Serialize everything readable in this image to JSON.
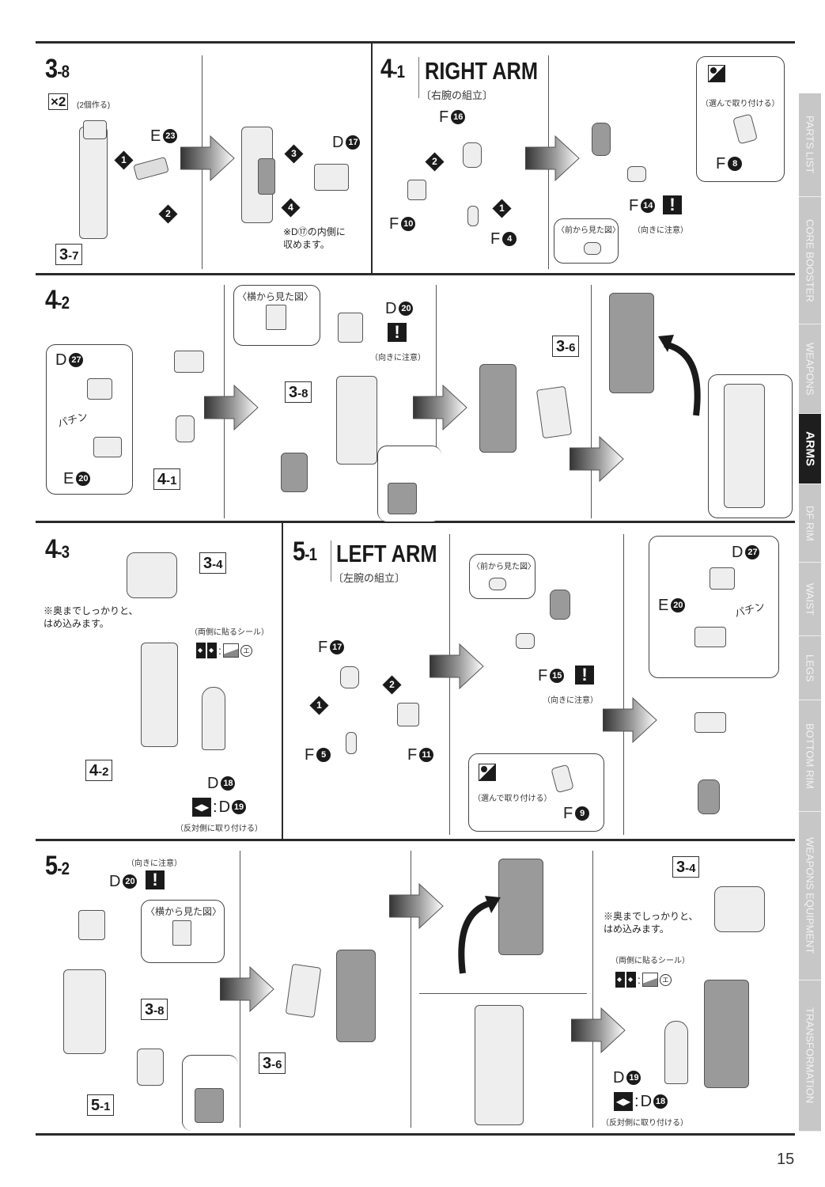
{
  "page_number": "15",
  "sidebar": {
    "tabs": [
      {
        "label": "PARTS LIST",
        "active": false
      },
      {
        "label": "CORE BOOSTER",
        "active": false
      },
      {
        "label": "WEAPONS",
        "active": false
      },
      {
        "label": "ARMS",
        "active": true
      },
      {
        "label": "DF RIM",
        "active": false
      },
      {
        "label": "WAIST",
        "active": false
      },
      {
        "label": "LEGS",
        "active": false
      },
      {
        "label": "BOTTOM RIM",
        "active": false
      },
      {
        "label": "WEAPONS EQUIPMENT",
        "active": false
      },
      {
        "label": "TRANSFORMATION",
        "active": false
      }
    ]
  },
  "step_3_8": {
    "major": "3",
    "minor": "-8",
    "multiplier": "×2",
    "multiplier_note": "(2個作る)",
    "ref_box": {
      "major": "3",
      "minor": "-7"
    },
    "part_e23": {
      "letter": "E",
      "num": "23"
    },
    "part_d17": {
      "letter": "D",
      "num": "17"
    },
    "order": [
      "1",
      "2",
      "3",
      "4"
    ],
    "note": "※D⑰の内側に\n収めます。"
  },
  "step_4_1": {
    "major": "4",
    "minor": "-1",
    "title": "RIGHT ARM",
    "subtitle": "〔右腕の組立〕",
    "parts": {
      "f16": {
        "letter": "F",
        "num": "16"
      },
      "f10": {
        "letter": "F",
        "num": "10"
      },
      "f4": {
        "letter": "F",
        "num": "4"
      },
      "f14": {
        "letter": "F",
        "num": "14"
      },
      "f8": {
        "letter": "F",
        "num": "8"
      }
    },
    "order": [
      "1",
      "2"
    ],
    "select_note": "（選んで取り付ける）",
    "caution_mark": "!",
    "caution_note": "（向きに注意）",
    "front_view_label": "〈前から見た図〉"
  },
  "step_4_2": {
    "major": "4",
    "minor": "-2",
    "parts": {
      "d27": {
        "letter": "D",
        "num": "27"
      },
      "e20": {
        "letter": "E",
        "num": "20"
      },
      "d20": {
        "letter": "D",
        "num": "20"
      }
    },
    "snap_sound": "パチン",
    "ref_4_1": {
      "major": "4",
      "minor": "-1"
    },
    "ref_3_8": {
      "major": "3",
      "minor": "-8"
    },
    "ref_3_6": {
      "major": "3",
      "minor": "-6"
    },
    "side_view_label": "〈横から見た図〉",
    "caution_mark": "!",
    "caution_note": "（向きに注意）"
  },
  "step_4_3": {
    "major": "4",
    "minor": "-3",
    "ref_3_4": {
      "major": "3",
      "minor": "-4"
    },
    "ref_4_2": {
      "major": "4",
      "minor": "-2"
    },
    "insert_note": "※奥までしっかりと、\nはめ込みます。",
    "sticker_note": "（両側に貼るシール）",
    "sticker_id": "エ",
    "part_d18": {
      "letter": "D",
      "num": "18"
    },
    "mirror_part": {
      "letter": "D",
      "num": "19"
    },
    "mirror_note": "（反対側に取り付ける）"
  },
  "step_5_1": {
    "major": "5",
    "minor": "-1",
    "title": "LEFT ARM",
    "subtitle": "〔左腕の組立〕",
    "parts": {
      "f17": {
        "letter": "F",
        "num": "17"
      },
      "f5": {
        "letter": "F",
        "num": "5"
      },
      "f11": {
        "letter": "F",
        "num": "11"
      },
      "f15": {
        "letter": "F",
        "num": "15"
      },
      "f9": {
        "letter": "F",
        "num": "9"
      },
      "d27": {
        "letter": "D",
        "num": "27"
      },
      "e20": {
        "letter": "E",
        "num": "20"
      }
    },
    "order": [
      "1",
      "2"
    ],
    "front_view_label": "〈前から見た図〉",
    "caution_mark": "!",
    "caution_note": "（向きに注意）",
    "select_note": "（選んで取り付ける）",
    "snap_sound": "パチン"
  },
  "step_5_2": {
    "major": "5",
    "minor": "-2",
    "caution_note": "（向きに注意）",
    "caution_mark": "!",
    "part_d20": {
      "letter": "D",
      "num": "20"
    },
    "side_view_label": "〈横から見た図〉",
    "ref_3_8": {
      "major": "3",
      "minor": "-8"
    },
    "ref_5_1": {
      "major": "5",
      "minor": "-1"
    },
    "ref_3_6": {
      "major": "3",
      "minor": "-6"
    },
    "ref_3_4": {
      "major": "3",
      "minor": "-4"
    },
    "insert_note": "※奥までしっかりと、\nはめ込みます。",
    "sticker_note": "（両側に貼るシール）",
    "sticker_id": "エ",
    "part_d19": {
      "letter": "D",
      "num": "19"
    },
    "mirror_part": {
      "letter": "D",
      "num": "18"
    },
    "mirror_note": "（反対側に取り付ける）"
  }
}
